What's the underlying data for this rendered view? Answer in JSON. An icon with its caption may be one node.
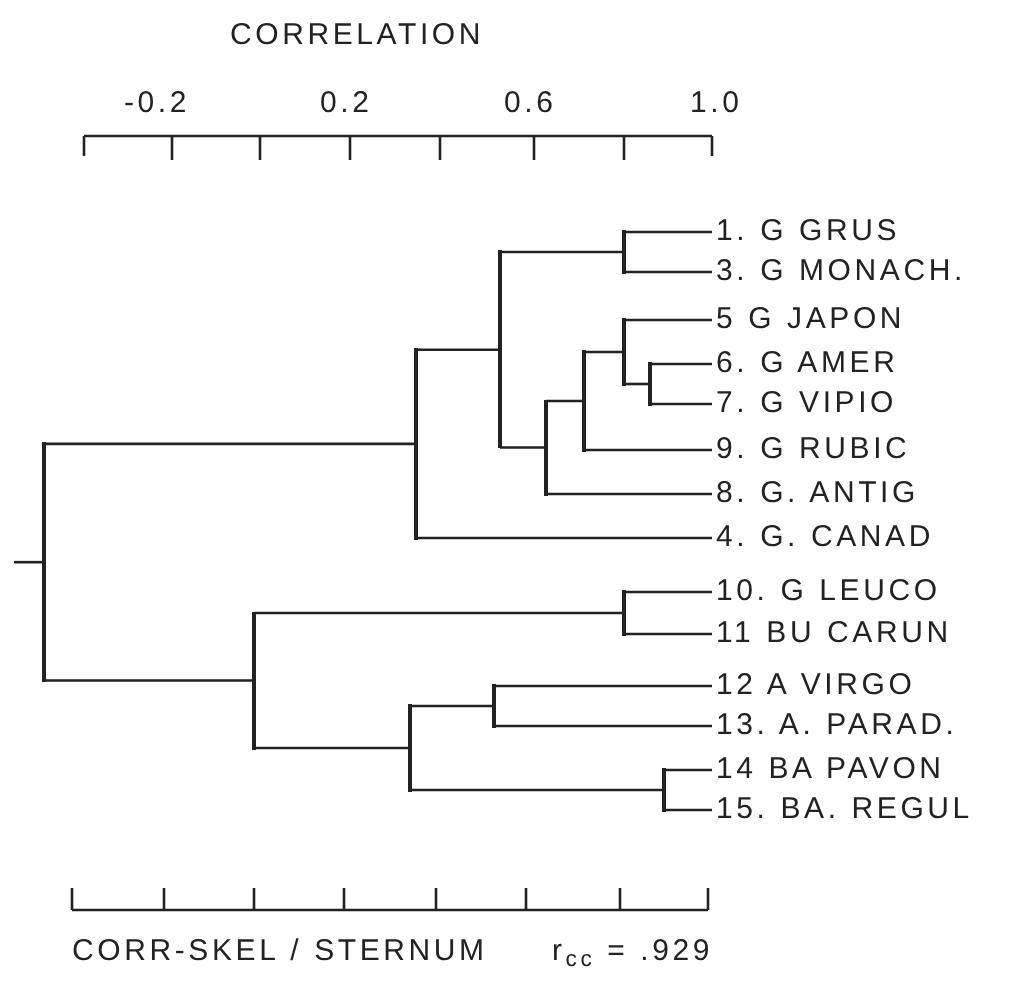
{
  "diagram": {
    "nodes": [
      {
        "text": [
          "1. G GRUS"
        ]
      },
      {
        "text": [
          "3. G MONACH."
        ]
      },
      {
        "text": [
          "5 G JAPON"
        ]
      },
      {
        "text": [
          "6. G AMER"
        ]
      },
      {
        "text": [
          "7. G VIPIO"
        ]
      },
      {
        "text": [
          "9. G RUBIC"
        ]
      },
      {
        "text": [
          "8. G. ANTIG"
        ]
      },
      {
        "text": [
          "4. G. CANAD"
        ]
      },
      {
        "text": [
          "10. G LEUCO"
        ]
      },
      {
        "text": [
          "11 BU CARUN"
        ]
      },
      {
        "text": [
          "12 A VIRGO"
        ]
      },
      {
        "text": [
          "13. A. PARAD."
        ]
      },
      {
        "text": [
          "14 BA PAVON"
        ]
      },
      {
        "text": [
          "15. BA. REGUL"
        ]
      },
      {
        "text": [],
        "shape": "bar"
      },
      {
        "text": [],
        "shape": "bar"
      },
      {
        "text": [],
        "shape": "bar"
      },
      {
        "text": [],
        "shape": "bar"
      },
      {
        "text": [],
        "shape": "bar"
      },
      {
        "text": [],
        "shape": "bar"
      },
      {
        "text": [],
        "shape": "bar"
      },
      {
        "text": [],
        "shape": "bar"
      },
      {
        "text": [],
        "shape": "bar"
      },
      {
        "text": [],
        "shape": "bar"
      },
      {
        "text": [],
        "shape": "bar"
      },
      {
        "text": [],
        "shape": "bar"
      },
      {
        "text": [],
        "shape": "bar"
      }
    ],
    "edges": [
      {
        "from": null,
        "to": 14,
        "arrow": "none"
      },
      {
        "from": 14,
        "to": 17,
        "arrow": "none"
      },
      {
        "from": 14,
        "to": 15,
        "arrow": "none"
      },
      {
        "from": 15,
        "to": 24,
        "arrow": "none"
      },
      {
        "from": 15,
        "to": 16,
        "arrow": "none"
      },
      {
        "from": 16,
        "to": 18,
        "arrow": "none"
      },
      {
        "from": 16,
        "to": 26,
        "arrow": "none"
      },
      {
        "from": 17,
        "to": 19,
        "arrow": "none"
      },
      {
        "from": 17,
        "to": 7,
        "arrow": "none"
      },
      {
        "from": 19,
        "to": 22,
        "arrow": "none"
      },
      {
        "from": 19,
        "to": 20,
        "arrow": "none"
      },
      {
        "from": 20,
        "to": 21,
        "arrow": "none"
      },
      {
        "from": 20,
        "to": 6,
        "arrow": "none"
      },
      {
        "from": 21,
        "to": 23,
        "arrow": "none"
      },
      {
        "from": 21,
        "to": 5,
        "arrow": "none"
      },
      {
        "from": 23,
        "to": 2,
        "arrow": "none"
      },
      {
        "from": 23,
        "to": 25,
        "arrow": "none"
      },
      {
        "from": 25,
        "to": 3,
        "arrow": "none"
      },
      {
        "from": 25,
        "to": 4,
        "arrow": "none"
      },
      {
        "from": 22,
        "to": 0,
        "arrow": "none"
      },
      {
        "from": 22,
        "to": 1,
        "arrow": "none"
      },
      {
        "from": 24,
        "to": 8,
        "arrow": "none"
      },
      {
        "from": 24,
        "to": 9,
        "arrow": "none"
      },
      {
        "from": 18,
        "to": 10,
        "arrow": "none"
      },
      {
        "from": 18,
        "to": 11,
        "arrow": "none"
      },
      {
        "from": 26,
        "to": 12,
        "arrow": "none"
      },
      {
        "from": 26,
        "to": 13,
        "arrow": "none"
      }
    ],
    "labels": [
      "CORRELATION",
      "-0.2",
      "0.2",
      "0.6",
      "1.0",
      "CORR-SKEL / STERNUM",
      "r$_{cc}$ = .929"
    ]
  }
}
